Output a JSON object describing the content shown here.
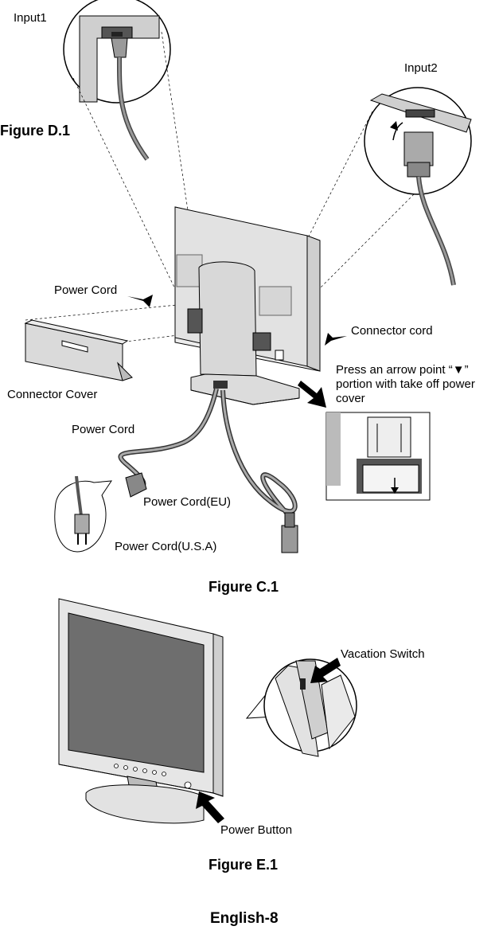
{
  "labels": {
    "input1": "Input1",
    "input2": "Input2",
    "figure_d1": "Figure D.1",
    "power_cord_top": "Power Cord",
    "connector_cord": "Connector cord",
    "connector_cover": "Connector Cover",
    "press_arrow": "Press an arrow point “▼” portion with take off power cover",
    "power_cord_mid": "Power Cord",
    "power_cord_eu": "Power Cord(EU)",
    "power_cord_usa": "Power Cord(U.S.A)",
    "figure_c1": "Figure C.1",
    "vacation_switch": "Vacation Switch",
    "power_button": "Power Button",
    "figure_e1": "Figure E.1",
    "page_footer": "English-8"
  }
}
